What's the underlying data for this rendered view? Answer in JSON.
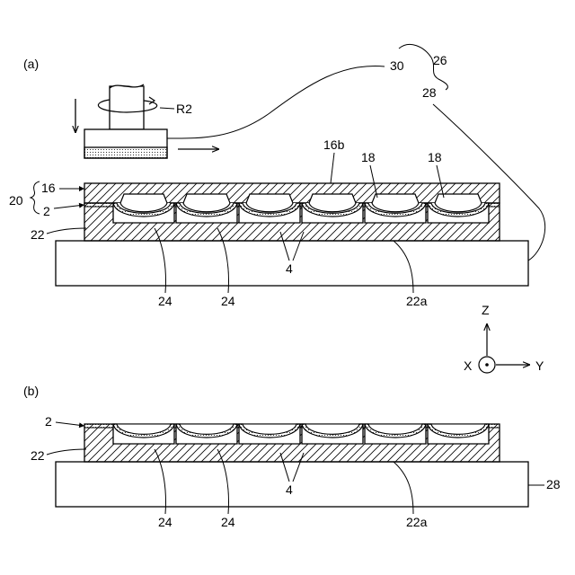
{
  "panel_a": {
    "panel_label": "(a)",
    "labels": {
      "laminate_20": "20",
      "member_16": "16",
      "layer_2": "2",
      "mold_22": "22",
      "ref_30": "30",
      "ref_26": "26",
      "ref_28": "28",
      "rotation_r2": "R2",
      "surface_16b": "16b",
      "recess_18_a": "18",
      "recess_18_b": "18",
      "cavity_24_a": "24",
      "cavity_24_b": "24",
      "lens_4": "4",
      "surface_22a": "22a"
    }
  },
  "axes": {
    "z": "Z",
    "x": "X",
    "y": "Y"
  },
  "panel_b": {
    "panel_label": "(b)",
    "labels": {
      "layer_2": "2",
      "mold_22": "22",
      "stage_28": "28",
      "cavity_24_a": "24",
      "cavity_24_b": "24",
      "lens_4": "4",
      "surface_22a": "22a"
    }
  },
  "colors": {
    "line": "#000000",
    "background": "#ffffff"
  }
}
